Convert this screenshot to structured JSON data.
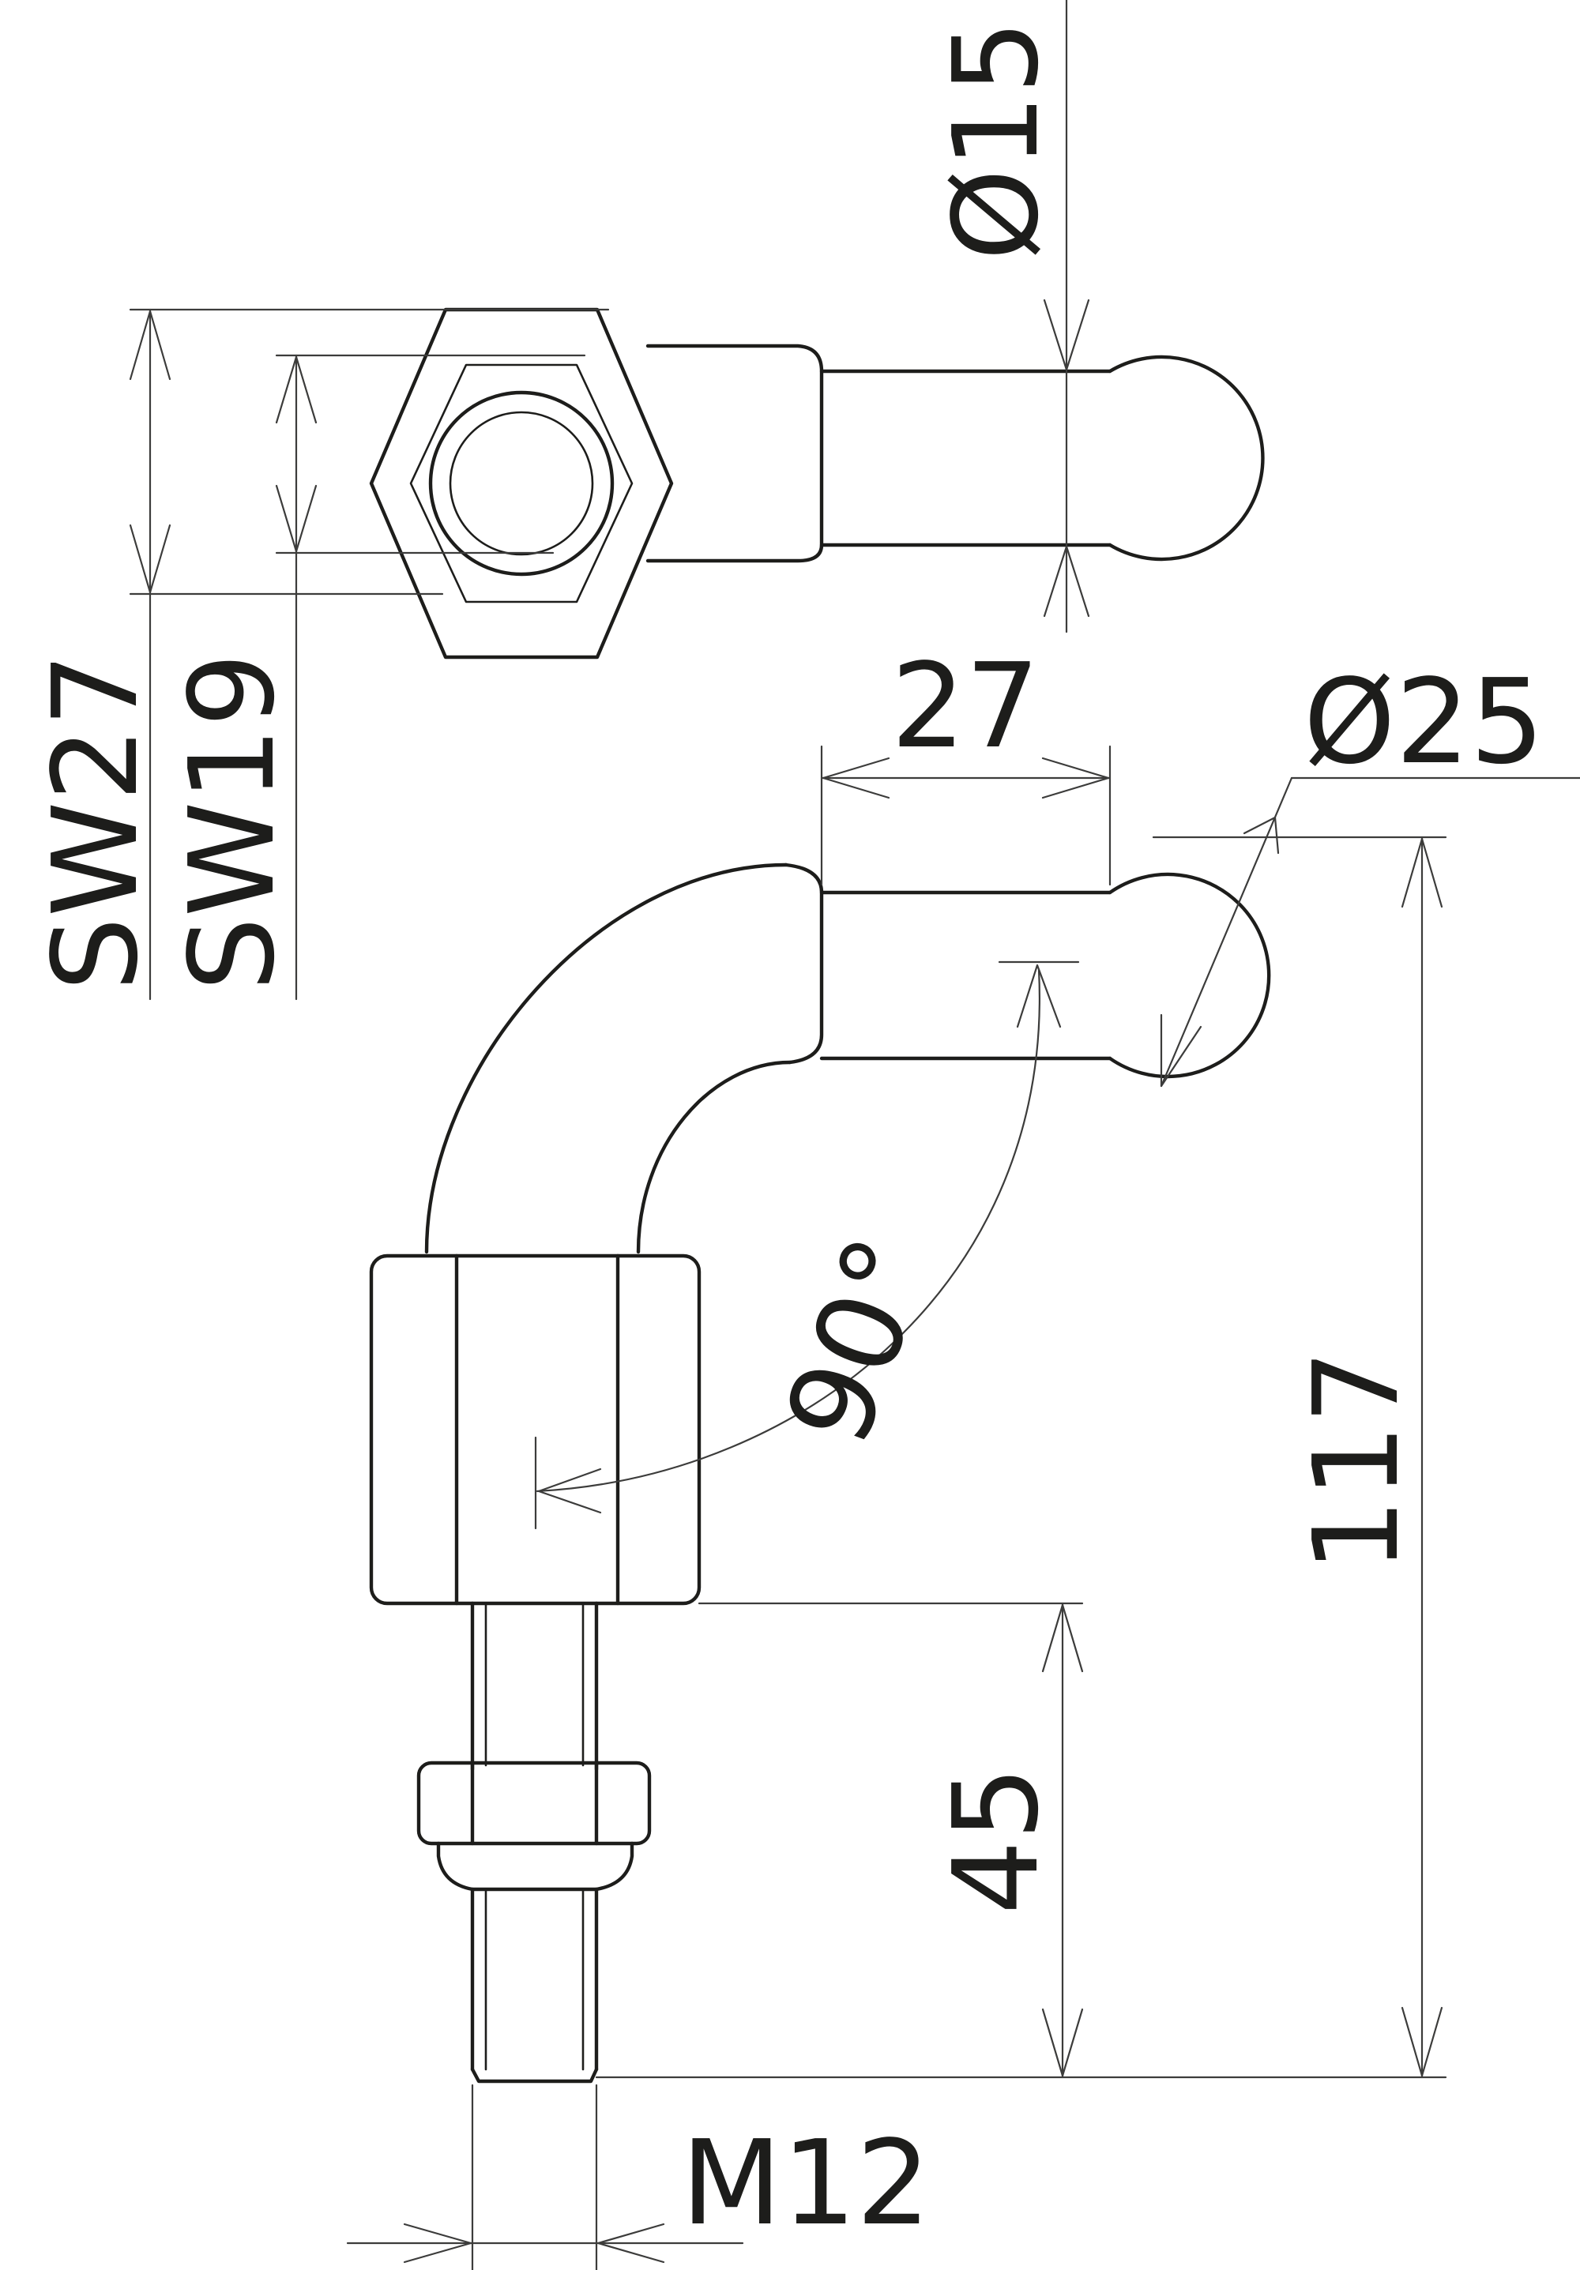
{
  "drawing": {
    "stroke_color": "#1d1d1b",
    "dimension_color": "#3c3c3b",
    "background": "#ffffff"
  },
  "dimensions": {
    "ball_neck_diameter": "Ø15",
    "ball_diameter": "Ø25",
    "neck_length": "27",
    "bend_angle": "90°",
    "wrench_size_outer": "SW27",
    "wrench_size_inner": "SW19",
    "total_height": "117",
    "stud_length": "45",
    "thread": "M12"
  }
}
